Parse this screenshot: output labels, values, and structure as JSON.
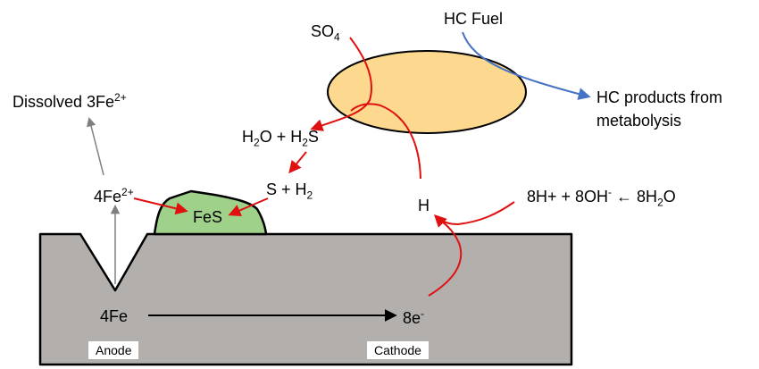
{
  "labels": {
    "so4": {
      "base": "SO",
      "sub": "4"
    },
    "hc_fuel": "HC Fuel",
    "hc_products_line1": "HC products from",
    "hc_products_line2": "metabolysis",
    "dissolved": {
      "base": "Dissolved 3Fe",
      "sup": "2+"
    },
    "h2o_h2s": {
      "p1": "H",
      "s1": "2",
      "p2": "O + H",
      "s2": "2",
      "p3": "S"
    },
    "s_h2": {
      "base": "S + H",
      "sub": "2"
    },
    "fe2": {
      "base": "4Fe",
      "sup": "2+"
    },
    "fes": "FeS",
    "h": "H",
    "water_reaction": {
      "p1": "8H+ + 8OH",
      "sup": "-",
      "p2": " ← 8H",
      "sub": "2",
      "p3": "O"
    },
    "fe4": "4Fe",
    "electrons": {
      "base": "8e",
      "sup": "-"
    },
    "anode": "Anode",
    "cathode": "Cathode"
  },
  "colors": {
    "metal": "#b3afac",
    "fes": "#9fd18a",
    "bacterium": "#fcd98e",
    "red_arrow": "#e01010",
    "blue_arrow": "#4472c4",
    "grey_arrow": "#7f7f7f"
  }
}
